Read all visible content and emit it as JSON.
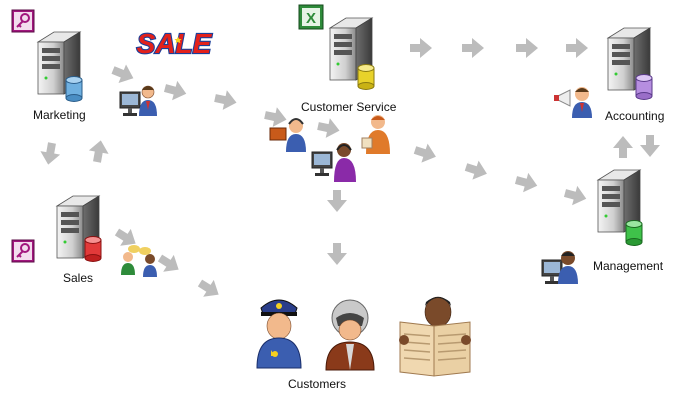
{
  "nodes": {
    "marketing": {
      "label": "Marketing",
      "drum_color": "#6fb0e0"
    },
    "sales": {
      "label": "Sales",
      "drum_color": "#e23a3a"
    },
    "customer_service": {
      "label": "Customer Service",
      "drum_color": "#e8d22a"
    },
    "accounting": {
      "label": "Accounting",
      "drum_color": "#b68ee0"
    },
    "management": {
      "label": "Management",
      "drum_color": "#3fc24a"
    },
    "customers": {
      "label": "Customers"
    }
  },
  "badges": {
    "sale": "SALE",
    "excel_letter": "X"
  },
  "colors": {
    "arrow": "#bcbcbc",
    "sale_red": "#e3211b",
    "sale_outline": "#1a3f9a",
    "access_purple": "#a2167e",
    "excel_green": "#2e8b3a",
    "uniform_blue": "#3b5eb0",
    "skin": "#f2b98c",
    "skin_dark": "#7a4a2a"
  }
}
